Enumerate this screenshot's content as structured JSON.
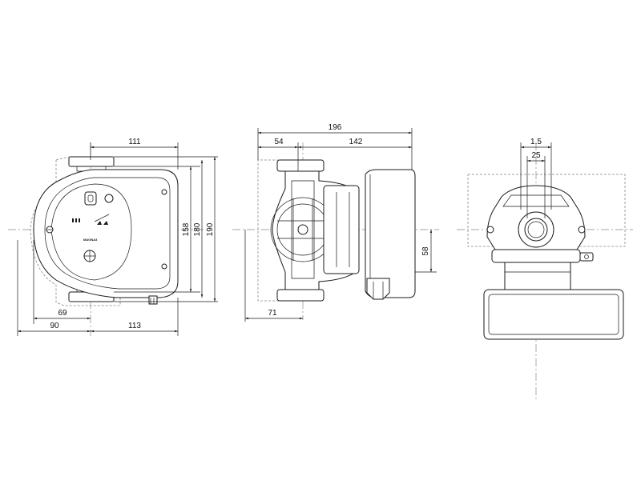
{
  "front_view": {
    "dim_top": "111",
    "dim_height_inner": "158",
    "dim_height_mid": "180",
    "dim_height_outer": "190",
    "dim_left_small": "69",
    "dim_left": "90",
    "dim_right": "113",
    "brand_label": "MAGNA3"
  },
  "side_view": {
    "dim_total": "196",
    "dim_flange": "54",
    "dim_body": "142",
    "dim_axis_height": "58",
    "dim_bottom": "71"
  },
  "end_view": {
    "dim_small": "1.5",
    "dim_bore": "25"
  },
  "colors": {
    "line": "#1a1a1a",
    "hidden_line": "#888888"
  }
}
